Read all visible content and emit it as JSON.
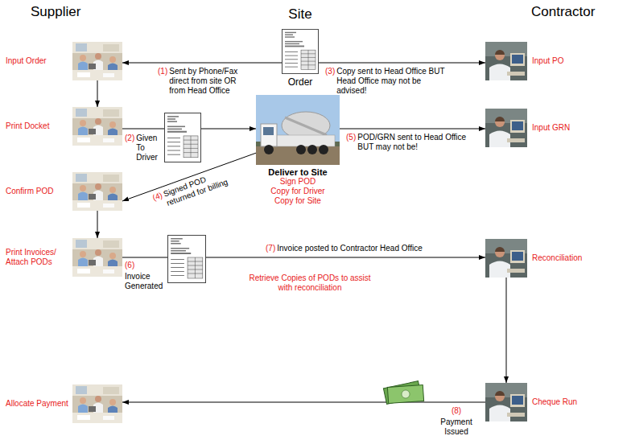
{
  "diagram": {
    "nodes": [
      {
        "text": [
          "Input Order"
        ]
      },
      {
        "text": [
          "Order"
        ]
      },
      {
        "text": [
          "Input PO"
        ]
      },
      {
        "text": [
          "Print Docket"
        ]
      },
      {
        "text": [
          "Deliver to Site",
          "Sign POD",
          "Copy for Driver",
          "Copy for Site"
        ]
      },
      {
        "text": [
          "Input GRN"
        ]
      },
      {
        "text": [
          "Confirm POD"
        ]
      },
      {
        "text": [
          "Print Invoices/ Attach PODs"
        ]
      },
      {
        "text": [
          "Reconciliation"
        ]
      },
      {
        "text": [
          "Allocate Payment"
        ]
      },
      {
        "text": [
          "Cheque Run"
        ]
      }
    ],
    "edges": [
      {
        "from": 1,
        "to": 0,
        "arrow": "to",
        "label": "Sent by Phone/Fax direct from site OR from Head Office"
      },
      {
        "from": 1,
        "to": 2,
        "arrow": "to",
        "label": "Copy sent to Head Office BUT Head Office may not be advised!"
      },
      {
        "from": 0,
        "to": 3,
        "arrow": "to"
      },
      {
        "from": 3,
        "to": 4,
        "arrow": "to",
        "label": "Given To Driver"
      },
      {
        "from": 4,
        "to": 6,
        "arrow": "to",
        "label": "Signed POD returned for billing"
      },
      {
        "from": 4,
        "to": 5,
        "arrow": "to",
        "label": "POD/GRN sent to Head Office BUT may not be!"
      },
      {
        "from": 6,
        "to": 7,
        "arrow": "to"
      },
      {
        "from": 7,
        "to": 8,
        "arrow": "to",
        "label": "Invoice posted to Contractor Head Office"
      },
      {
        "from": 8,
        "to": 10,
        "arrow": "to"
      },
      {
        "from": 10,
        "to": 9,
        "arrow": "to",
        "label": "Payment Issued"
      }
    ],
    "labels": [
      "Supplier",
      "Site",
      "Contractor",
      "(1)",
      "(3)",
      "(2)",
      "(4)",
      "(5)",
      "(6)",
      "Invoice Generated",
      "(7)",
      "Retrieve Copies of PODs to assist with reconciliation",
      "(8)"
    ]
  }
}
